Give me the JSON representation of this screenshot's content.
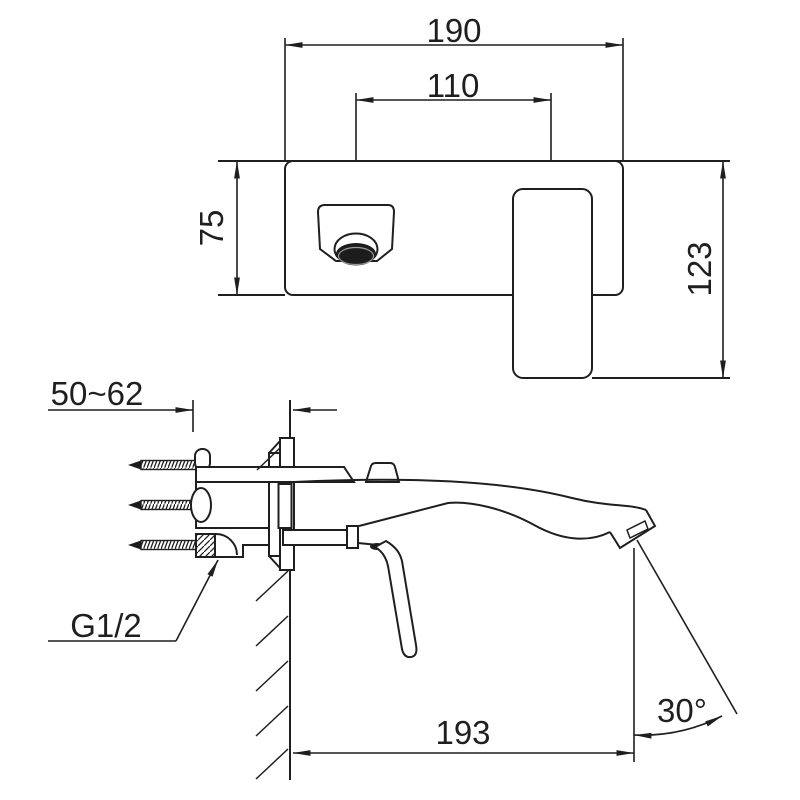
{
  "labels": {
    "plate_width": "190",
    "hole_spacing": "110",
    "plate_height": "75",
    "handle_height": "123",
    "rough_in_depth": "50~62",
    "inlet_thread": "G1/2",
    "spout_reach": "193",
    "flow_angle": "30°"
  },
  "colors": {
    "line": "#1f1f1f",
    "background": "#ffffff",
    "dark_fill": "#1c1c1c"
  }
}
